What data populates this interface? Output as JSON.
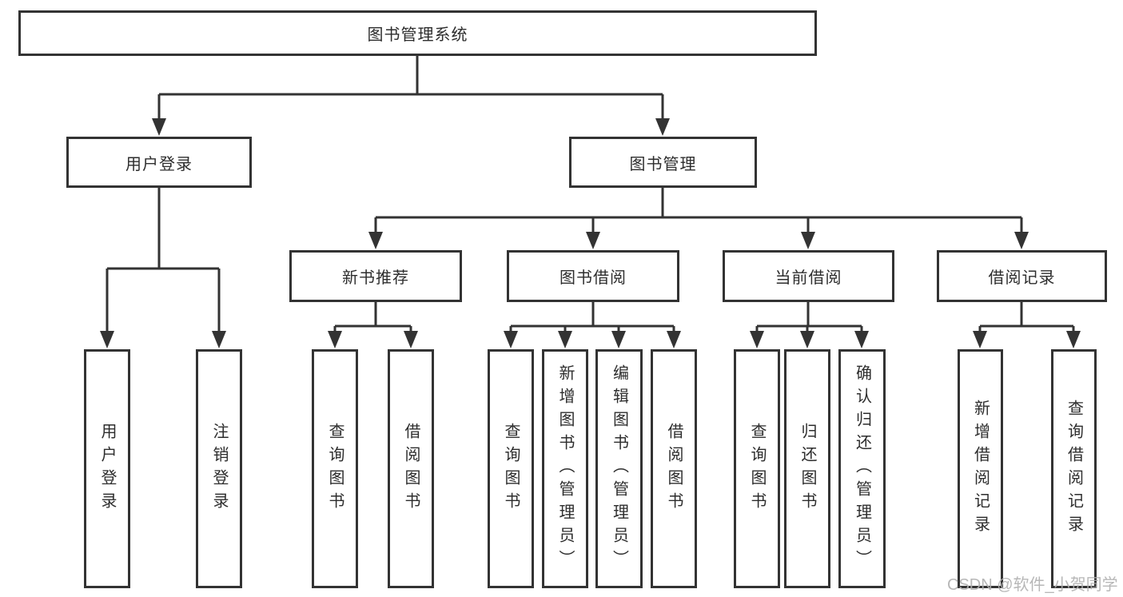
{
  "title": "图书管理系统",
  "tree": {
    "root": {
      "label": "图书管理系统"
    },
    "branches": [
      {
        "label": "用户登录",
        "leaves": [
          "用户登录",
          "注销登录"
        ]
      },
      {
        "label": "图书管理",
        "sections": [
          {
            "label": "新书推荐",
            "leaves": [
              "查询图书",
              "借阅图书"
            ]
          },
          {
            "label": "图书借阅",
            "leaves": [
              "查询图书",
              "新增图书（管理员）",
              "编辑图书（管理员）",
              "借阅图书"
            ]
          },
          {
            "label": "当前借阅",
            "leaves": [
              "查询图书",
              "归还图书",
              "确认归还（管理员）"
            ]
          },
          {
            "label": "借阅记录",
            "leaves": [
              "新增借阅记录",
              "查询借阅记录"
            ]
          }
        ]
      }
    ]
  },
  "watermark": "CSDN @软件_小贺同学",
  "colors": {
    "line": "#333333",
    "text": "#2d2d2d",
    "watermark": "#b0b0b0",
    "background": "#ffffff"
  }
}
